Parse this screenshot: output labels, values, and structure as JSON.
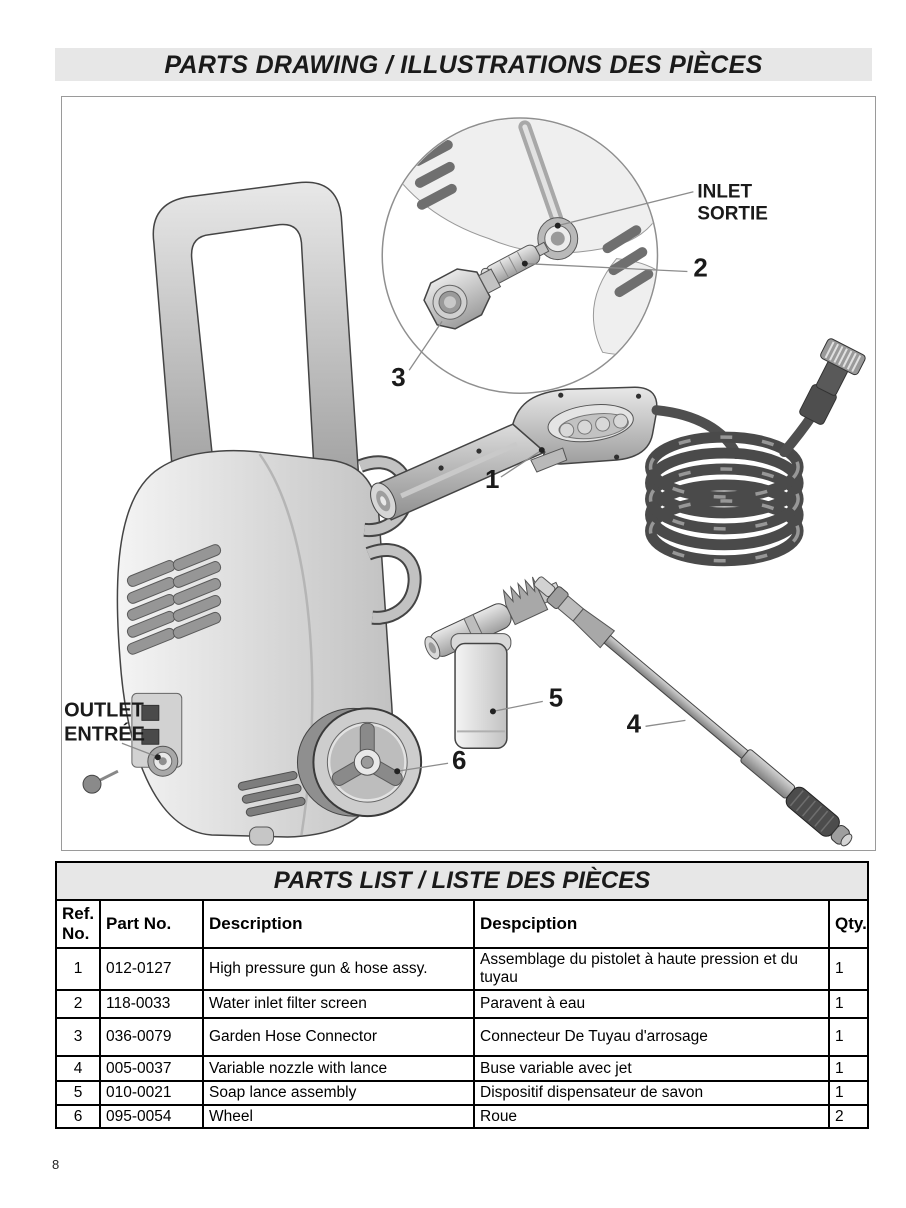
{
  "page": {
    "title": "PARTS DRAWING / ILLUSTRATIONS DES PIÈCES",
    "page_number": "8"
  },
  "colors": {
    "title_bar_bg": "#e7e7e7",
    "table_border": "#000000",
    "illustration_gray": "#c9c9c9"
  },
  "drawing": {
    "inlet_label": {
      "line1": "INLET",
      "line2": "SORTIE"
    },
    "outlet_label": {
      "line1": "OUTLET",
      "line2": "ENTRÉE"
    },
    "callouts": {
      "c1": "1",
      "c2": "2",
      "c3": "3",
      "c4": "4",
      "c5": "5",
      "c6": "6"
    }
  },
  "parts_table": {
    "title": "PARTS LIST / LISTE DES PIÈCES",
    "header": {
      "ref": "Ref.\nNo.",
      "part_no": "Part No.",
      "description": "Description",
      "description_fr": "Despciption",
      "qty": "Qty."
    },
    "rows": [
      {
        "ref": "1",
        "part_no": "012-0127",
        "description": "High pressure gun & hose assy.",
        "description_fr": "Assemblage du pistolet à haute pression et du tuyau",
        "qty": "1"
      },
      {
        "ref": "2",
        "part_no": "118-0033",
        "description": "Water inlet filter screen",
        "description_fr": "Paravent à eau",
        "qty": "1"
      },
      {
        "ref": "3",
        "part_no": "036-0079",
        "description": "Garden Hose Connector",
        "description_fr": "Connecteur De Tuyau d'arrosage",
        "qty": "1"
      },
      {
        "ref": "4",
        "part_no": "005-0037",
        "description": "Variable nozzle with lance",
        "description_fr": "Buse variable avec jet",
        "qty": "1"
      },
      {
        "ref": "5",
        "part_no": "010-0021",
        "description": "Soap lance assembly",
        "description_fr": "Dispositif dispensateur de savon",
        "qty": "1"
      },
      {
        "ref": "6",
        "part_no": "095-0054",
        "description": "Wheel",
        "description_fr": "Roue",
        "qty": "2"
      }
    ]
  }
}
